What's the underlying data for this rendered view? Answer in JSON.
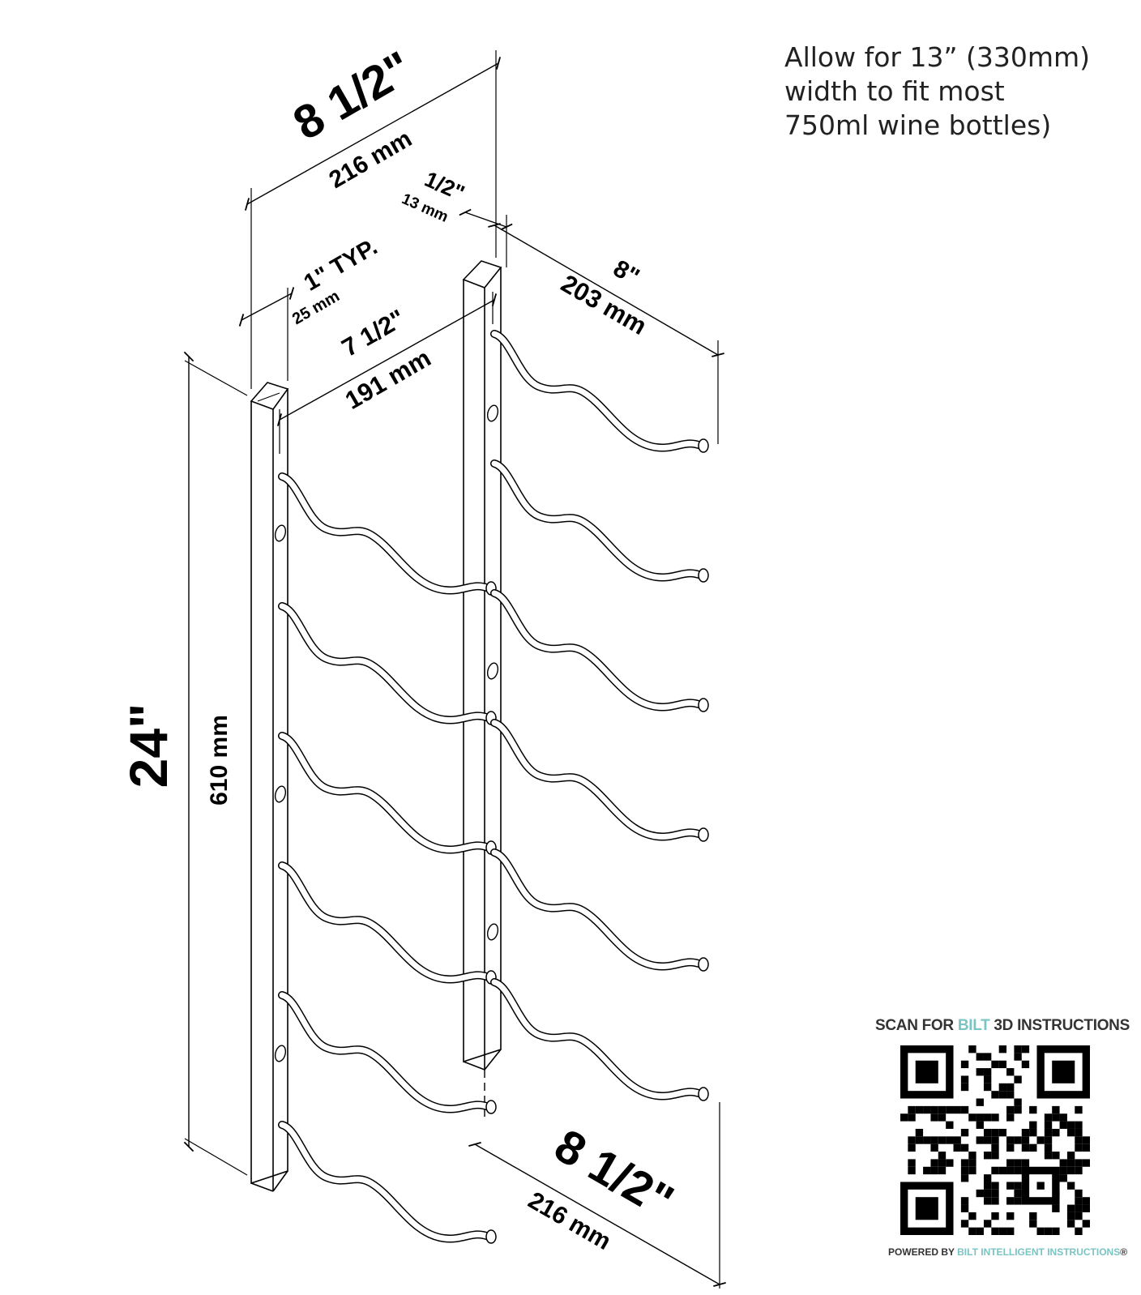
{
  "dimensions": {
    "top_width_in": "8 1/2\"",
    "top_width_mm": "216 mm",
    "offset_in": "1/2\"",
    "offset_mm": "13 mm",
    "typ_in": "1\" TYP.",
    "typ_mm": "25 mm",
    "inner_width_in": "7 1/2\"",
    "inner_width_mm": "191 mm",
    "depth_in": "8\"",
    "depth_mm": "203 mm",
    "height_in": "24\"",
    "height_mm": "610 mm",
    "bottom_width_in": "8 1/2\"",
    "bottom_width_mm": "216 mm"
  },
  "note": {
    "line1": "Allow for 13” (330mm)",
    "line2": "width to fit most",
    "line3": "750ml wine bottles)"
  },
  "qr": {
    "caption_prefix": "SCAN FOR ",
    "caption_brand": "BILT",
    "caption_suffix": " 3D INSTRUCTIONS",
    "footer_prefix": "POWERED BY ",
    "footer_brand": "BILT INTELLIGENT INSTRUCTIONS"
  },
  "colors": {
    "accent": "#7ac4c4",
    "ink": "#000000",
    "note_text": "#222222"
  }
}
